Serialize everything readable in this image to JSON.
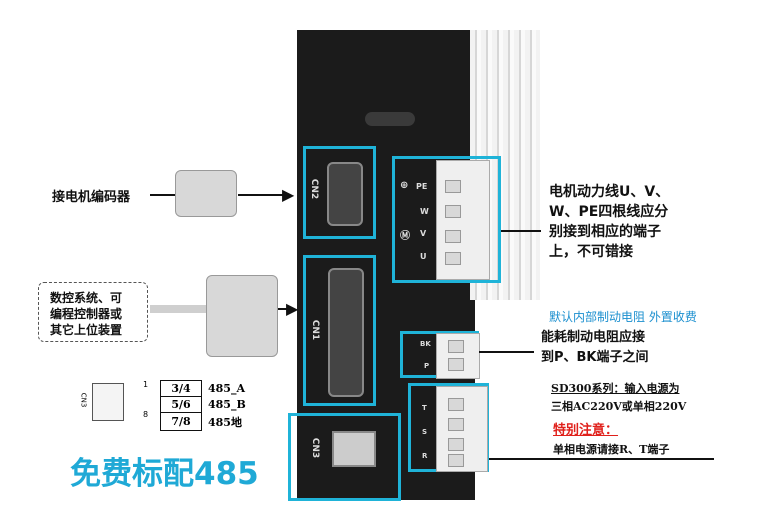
{
  "labels": {
    "encoder": "接电机编码器",
    "cnc_lines": [
      "数控系统、可",
      "编程控制器或",
      "其它上位装置"
    ],
    "motor_power": [
      "电机动力线U、V、",
      "W、PE四根线应分",
      "别接到相应的端子",
      "上，不可错接"
    ],
    "brake_note": "默认内部制动电阻 外置收费",
    "brake_res": [
      "能耗制动电阻应接",
      "到P、BK端子之间"
    ],
    "series_note": "SD300系列：输入电源为",
    "voltage": "三相AC220V或单相220V",
    "attention": "特别注意：",
    "single_phase": "单相电源请接R、T端子",
    "free_485": "免费标配485"
  },
  "connectors": {
    "cn1": "CN1",
    "cn2": "CN2",
    "cn3": "CN3"
  },
  "terminals": {
    "pe": "PE",
    "w": "W",
    "v": "V",
    "u": "U",
    "bk": "BK",
    "p": "P",
    "t": "T",
    "r": "R",
    "s": "S"
  },
  "rs485_table": [
    {
      "pins": "3/4",
      "signal": "485_A"
    },
    {
      "pins": "5/6",
      "signal": "485_B"
    },
    {
      "pins": "7/8",
      "signal": "485地"
    }
  ],
  "rj_pins": {
    "p1": "1",
    "p8": "8",
    "label": "CN3"
  },
  "colors": {
    "accent": "#1fb3d8",
    "note": "#1b8fcf",
    "warn": "#e0201b",
    "drive": "#1b1b1b"
  }
}
